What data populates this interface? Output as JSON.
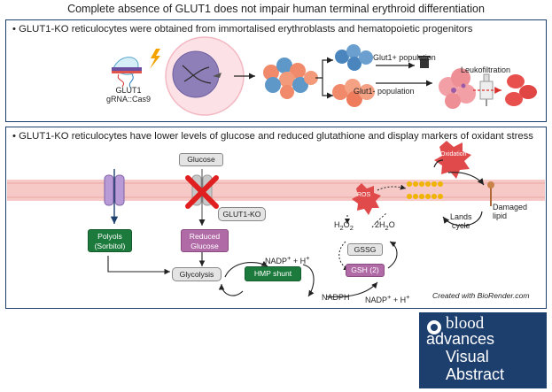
{
  "title": "Complete absence of GLUT1 does not impair human terminal erythroid differentiation",
  "panel1": {
    "heading": "• GLUT1-KO reticulocytes were obtained from immortalised erythroblasts and hematopoietic progenitors",
    "construct_line1": "GLUT1",
    "construct_line2": "gRNA::Cas9",
    "glut1_pos": "Glut1+ population",
    "glut1_neg": "Glut1- population",
    "leukofiltration": "Leukofiltration"
  },
  "panel2": {
    "heading": "• GLUT1-KO reticulocytes have lower levels of glucose and reduced glutathione and display markers of oxidant stress",
    "glucose": "Glucose",
    "glut1ko": "GLUT1-KO",
    "reduced_glucose_1": "Reduced",
    "reduced_glucose_2": "Glucose",
    "polyols_1": "Polyols",
    "polyols_2": "(Sorbitol)",
    "glycolysis": "Glycolysis",
    "hmp": "HMP shunt",
    "nadp": "NADP",
    "nadph": "NADPH",
    "ros": "ROS",
    "oxidation": "Oxidation",
    "h2o2": "H",
    "h2o": "2H",
    "gssg": "GSSG",
    "gsh": "GSH (2)",
    "lands_1": "Lands",
    "lands_2": "cycle",
    "damaged_1": "Damaged",
    "damaged_2": "lipid",
    "credit": "Created with BioRender.com"
  },
  "logo": {
    "blood": "blood",
    "advances": "advances",
    "visual": "Visual",
    "abstract": "Abstract"
  },
  "colors": {
    "frame": "#1d3f6e",
    "membrane": "#f6c9c6",
    "green_box": "#1c7a3c",
    "purple_box": "#b06aa6",
    "red_cross": "#e02020",
    "lipid": "#f0b400"
  }
}
